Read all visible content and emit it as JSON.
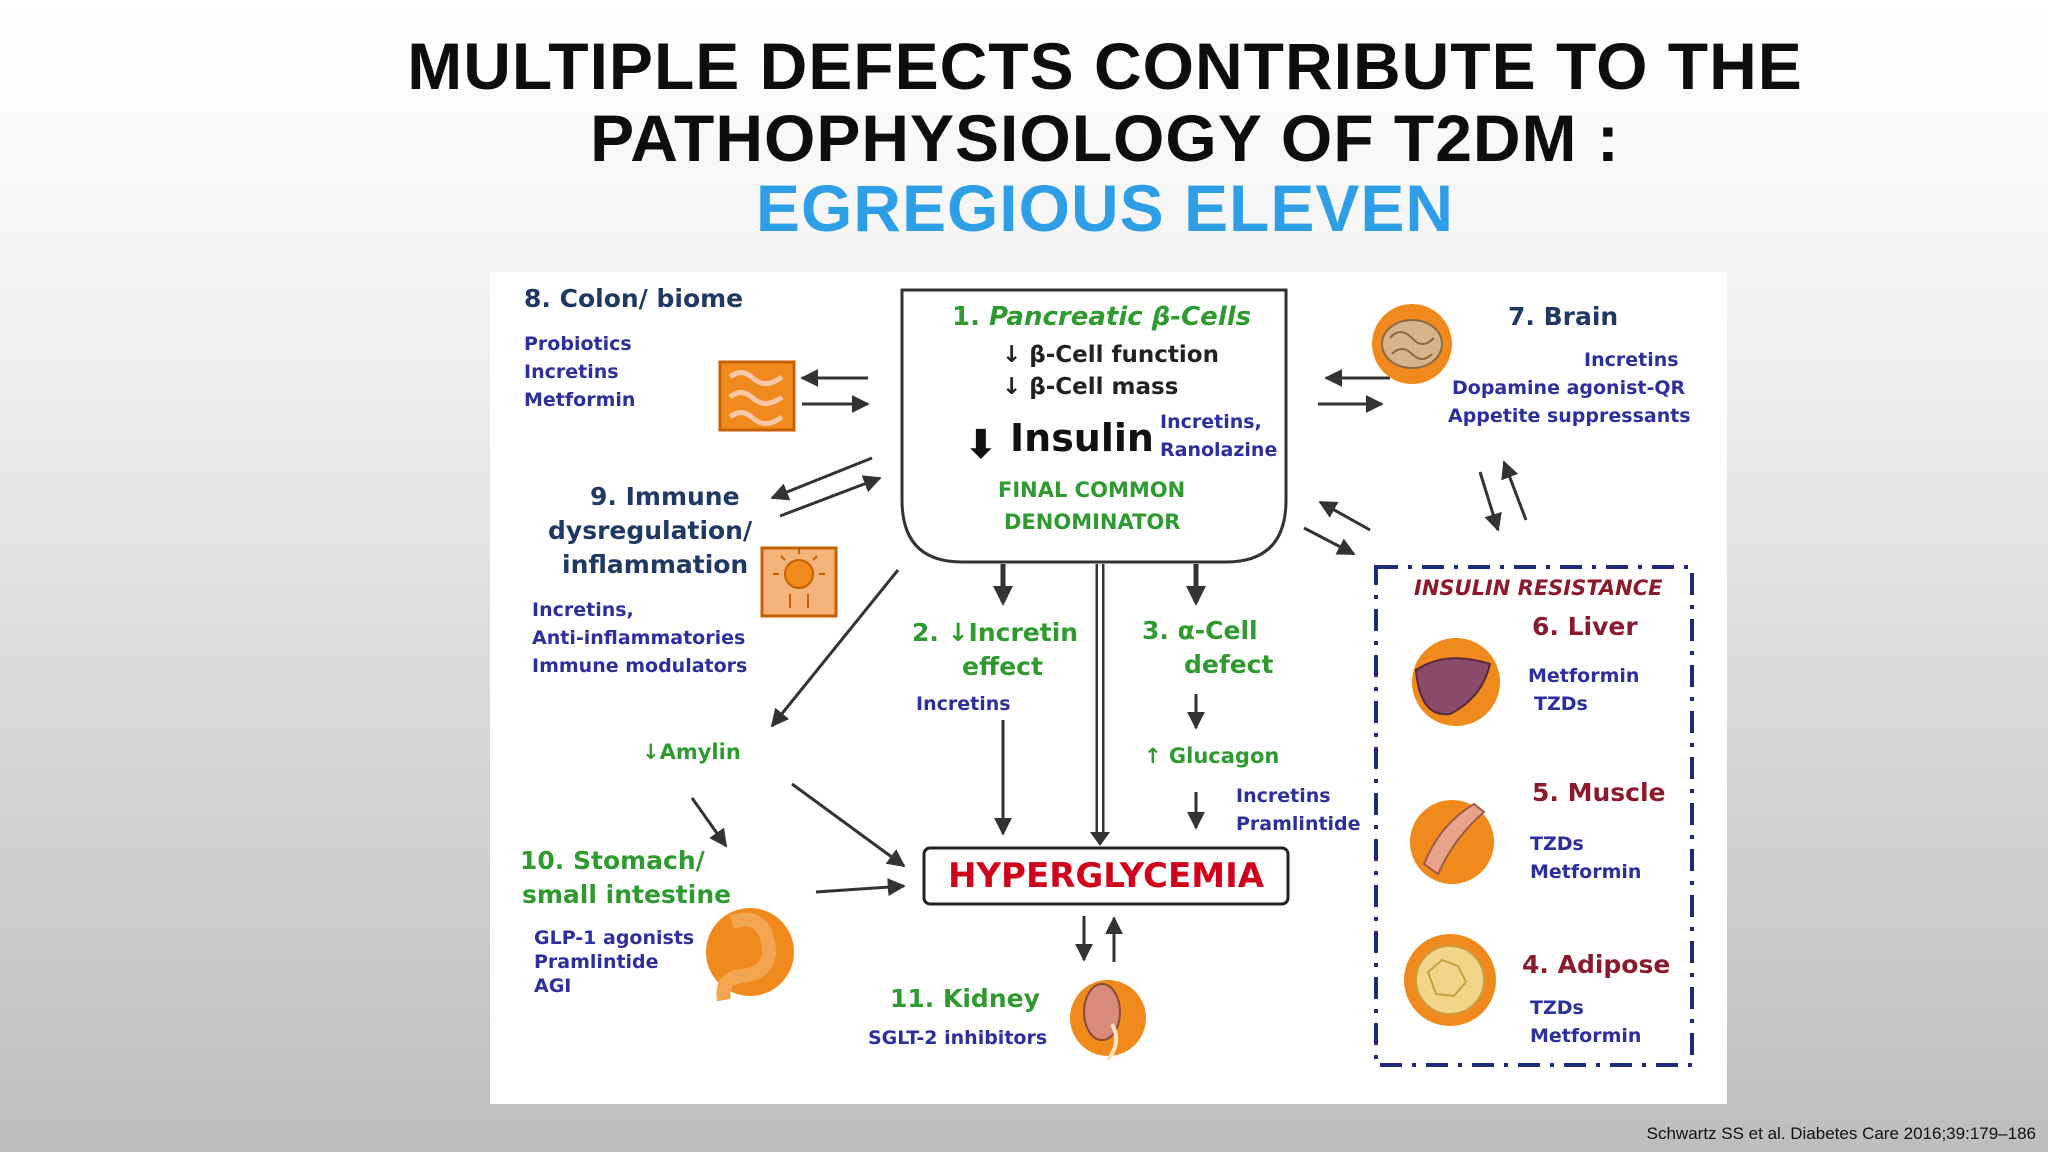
{
  "slide": {
    "title_line1": "MULTIPLE DEFECTS CONTRIBUTE TO THE",
    "title_line2": "PATHOPHYSIOLOGY OF T2DM :",
    "title_line3": "EGREGIOUS ELEVEN",
    "citation": "Schwartz SS et al. Diabetes Care 2016;39:179–186"
  },
  "diagram": {
    "pancreas": {
      "title_num": "1.",
      "title": "Pancreatic β-Cells",
      "line1": "↓ β-Cell function",
      "line2": "↓ β-Cell mass",
      "insulin": "Insulin",
      "drug1": "Incretins,",
      "drug2": "Ranolazine",
      "final1": "FINAL COMMON",
      "final2": "DENOMINATOR"
    },
    "colon": {
      "title": "8. Colon/ biome",
      "drugs": [
        "Probiotics",
        "Incretins",
        "Metformin"
      ]
    },
    "brain": {
      "title": "7. Brain",
      "drugs": [
        "Incretins",
        "Dopamine agonist-QR",
        "Appetite suppressants"
      ]
    },
    "immune": {
      "title1": "9.  Immune",
      "title2": "dysregulation/",
      "title3": "inflammation",
      "drugs": [
        "Incretins,",
        "Anti-inflammatories",
        "Immune modulators"
      ]
    },
    "amylin": "↓Amylin",
    "incretin_effect": {
      "title1": "2. ↓Incretin",
      "title2": "effect",
      "drug": "Incretins"
    },
    "alpha_cell": {
      "title1": "3. α-Cell",
      "title2": "defect",
      "glucagon": "↑ Glucagon",
      "drugs": [
        "Incretins",
        "Pramlintide"
      ]
    },
    "hyperglycemia": "HYPERGLYCEMIA",
    "stomach": {
      "title1": "10. Stomach/",
      "title2": "small intestine",
      "drugs": [
        "GLP-1 agonists",
        "Pramlintide",
        "AGI"
      ]
    },
    "kidney": {
      "title": "11.  Kidney",
      "drug": "SGLT-2 inhibitors"
    },
    "insulin_resistance": {
      "header": "INSULIN RESISTANCE",
      "liver": {
        "title": "6. Liver",
        "drugs": [
          "Metformin",
          "TZDs"
        ]
      },
      "muscle": {
        "title": "5. Muscle",
        "drugs": [
          "TZDs",
          "Metformin"
        ]
      },
      "adipose": {
        "title": "4. Adipose",
        "drugs": [
          "TZDs",
          "Metformin"
        ]
      }
    },
    "colors": {
      "green": "#2f9a2f",
      "navy": "#2c2f9e",
      "red": "#d0021b",
      "box_border": "#1f2a7a",
      "organ_orange": "#f08a1c"
    }
  }
}
